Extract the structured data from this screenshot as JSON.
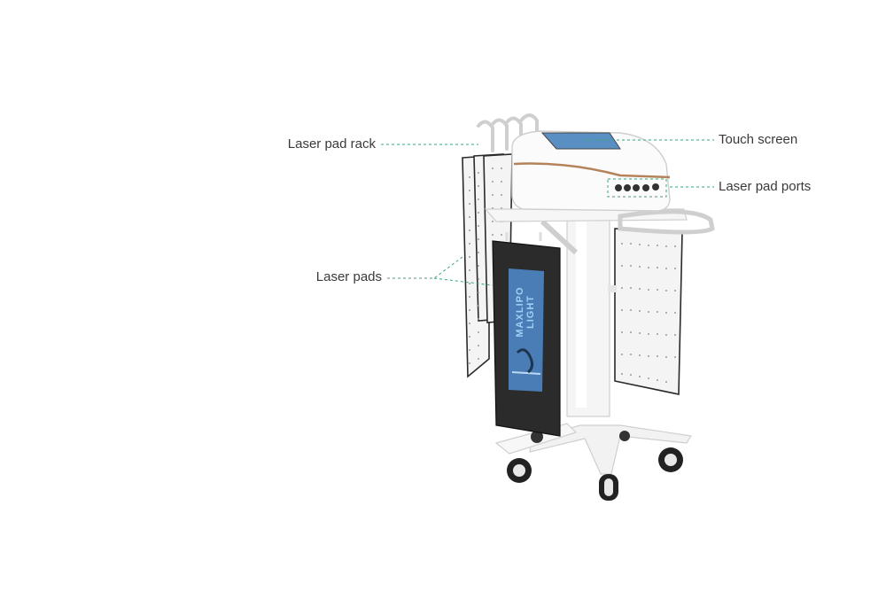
{
  "labels": {
    "laser_pad_rack": "Laser pad rack",
    "laser_pads": "Laser pads",
    "touch_screen": "Touch screen",
    "laser_pad_ports": "Laser pad ports"
  },
  "device": {
    "brand_line1": "MAXLIPO",
    "brand_line2": "LIGHT"
  },
  "colors": {
    "leader_line": "#3aa37a",
    "label_text": "#3a3a3a",
    "pad_dark": "#2b2b2b",
    "accent_stripe": "#b5835a",
    "screen": "#5a8fc4",
    "logo_panel": "#4a7db5"
  }
}
